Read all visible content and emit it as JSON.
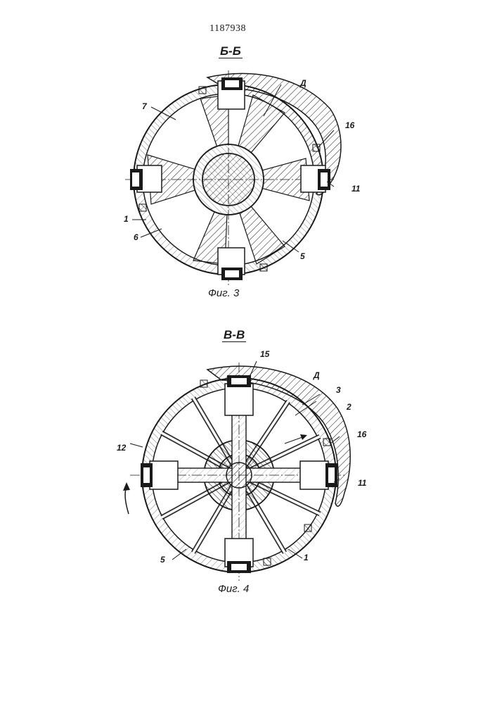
{
  "page_number": "1187938",
  "figure3": {
    "section_label": "Б-Б",
    "caption": "Фиг. 3",
    "labels": {
      "d": "Д",
      "n7": "7",
      "n16": "16",
      "n11": "11",
      "n1": "1",
      "n6": "6",
      "n5": "5"
    }
  },
  "figure4": {
    "section_label": "В-В",
    "caption": "Фиг. 4",
    "labels": {
      "n15": "15",
      "d": "Д",
      "n3": "3",
      "n2": "2",
      "n16": "16",
      "n12": "12",
      "n11": "11",
      "n5": "5",
      "n1": "1"
    }
  }
}
